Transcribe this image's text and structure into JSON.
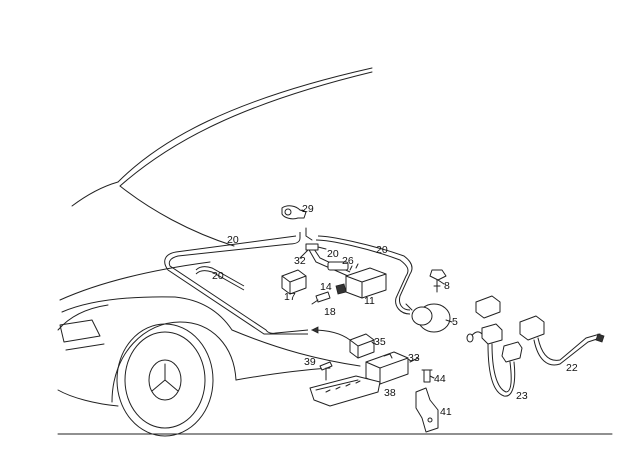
{
  "callouts": {
    "c29": "29",
    "c20a": "20",
    "c20b": "20",
    "c20c": "20",
    "c20d": "20",
    "c32": "32",
    "c26": "26",
    "c8": "8",
    "c14": "14",
    "c17": "17",
    "c11": "11",
    "c18": "18",
    "c5": "5",
    "c35": "35",
    "c39": "39",
    "c33": "33",
    "c44": "44",
    "c38": "38",
    "c41": "41",
    "c22": "22",
    "c23": "23"
  }
}
